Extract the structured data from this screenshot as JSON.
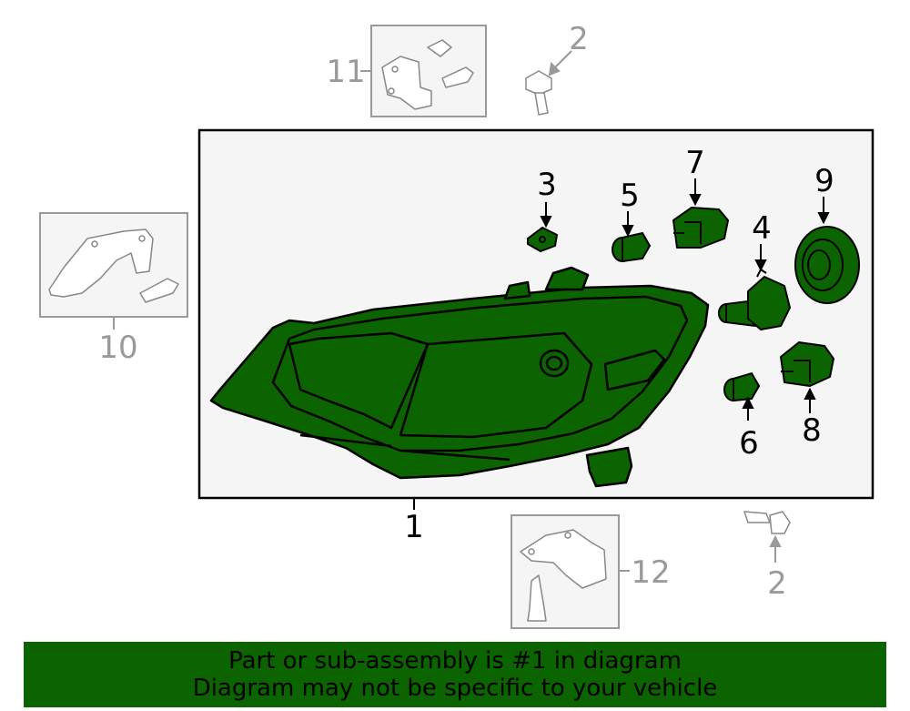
{
  "callouts": {
    "c1": "1",
    "c2_top": "2",
    "c2_bottom": "2",
    "c3": "3",
    "c4": "4",
    "c5": "5",
    "c6": "6",
    "c7": "7",
    "c8": "8",
    "c9": "9",
    "c10": "10",
    "c11": "11",
    "c12": "12"
  },
  "colors": {
    "part_fill": "#0b6400",
    "banner_bg": "#0b6400",
    "secondary_gray": "#9a9a9a",
    "box_fill": "#f5f5f5"
  },
  "banner": {
    "line1": "Part or sub-assembly is #1 in diagram",
    "line2": "Diagram may not be specific to your vehicle"
  }
}
